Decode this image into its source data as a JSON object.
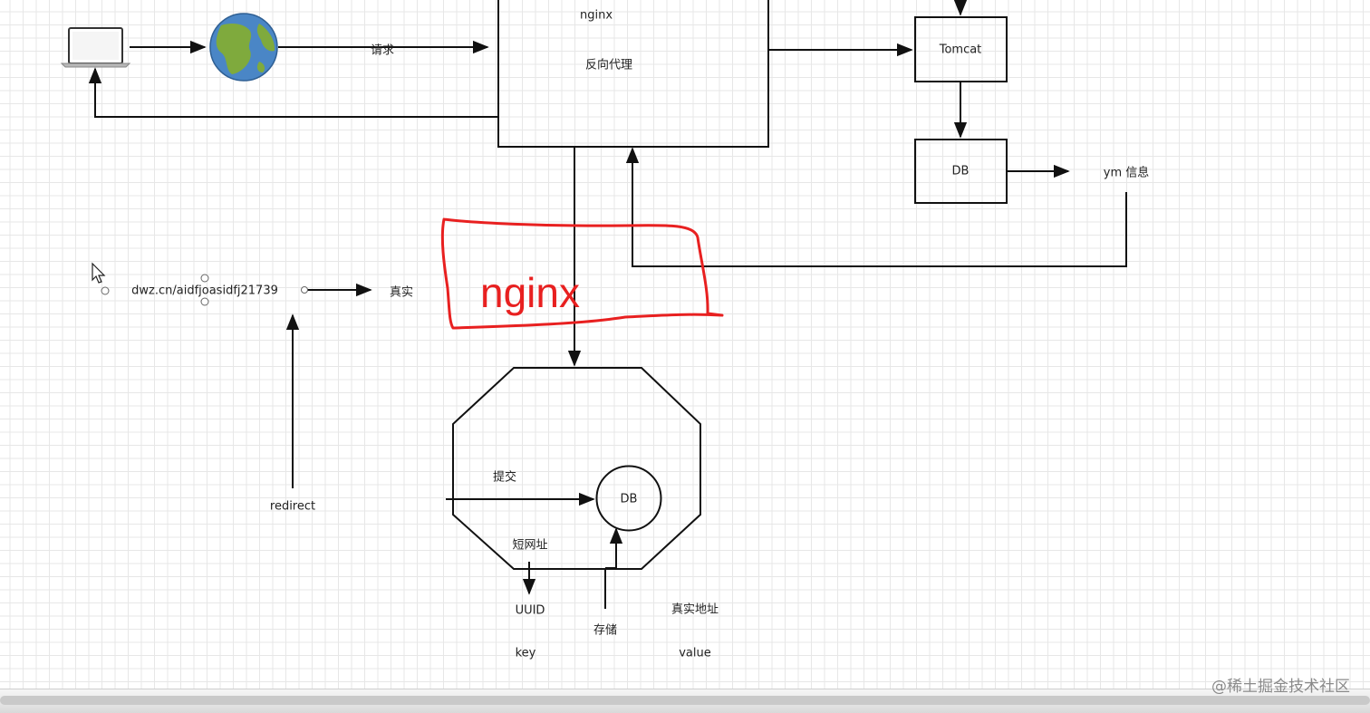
{
  "proxy": {
    "title": "nginx",
    "subtitle": "反向代理"
  },
  "request_label": "请求",
  "tomcat_label": "Tomcat",
  "db_top_label": "DB",
  "ym_label": "ym 信息",
  "short_url": "dwz.cn/aidfjoasidfj21739",
  "real_label": "真实",
  "redirect_label": "redirect",
  "annotation_nginx": "nginx",
  "octagon": {
    "submit_label": "提交",
    "db_label": "DB",
    "short_url_label": "短网址"
  },
  "uuid_label": "UUID",
  "storage_label": "存储",
  "real_address_label": "真实地址",
  "key_label": "key",
  "value_label": "value",
  "watermark": "@稀土掘金技术社区",
  "colors": {
    "stroke": "#111111",
    "annotation": "#e82020",
    "globe_ocean": "#4a86c6",
    "globe_land": "#7faa3d"
  },
  "icons": [
    "laptop-icon",
    "globe-icon",
    "cursor-icon"
  ]
}
